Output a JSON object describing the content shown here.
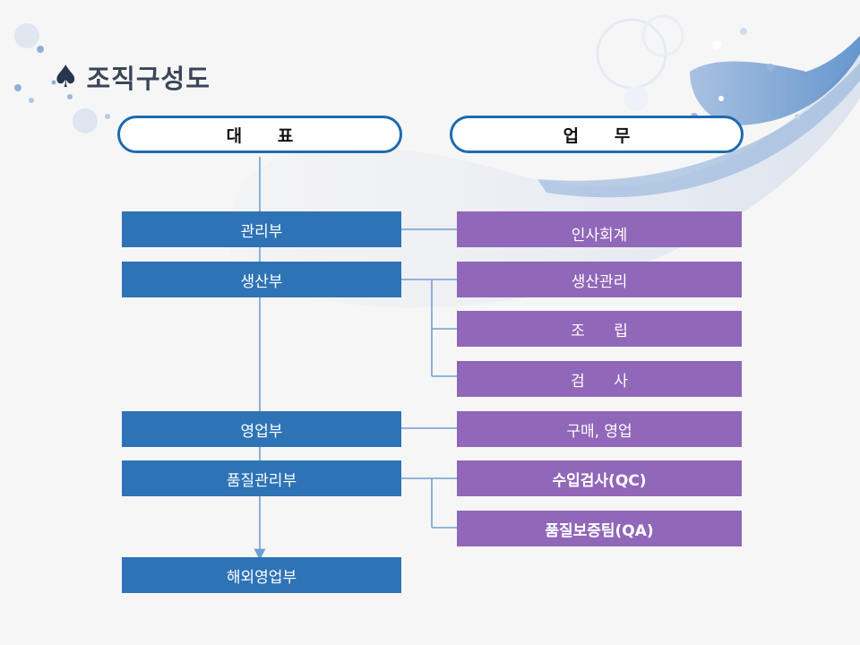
{
  "title": "조직구성도",
  "headers": {
    "left": "대      표",
    "right": "업      무"
  },
  "departments": [
    {
      "label": "관리부"
    },
    {
      "label": "생산부"
    },
    {
      "label": "영업부"
    },
    {
      "label": "품질관리부"
    },
    {
      "label": "해외영업부"
    }
  ],
  "tasks": [
    {
      "label": "인사회계"
    },
    {
      "label": "생산관리"
    },
    {
      "label": "조      립"
    },
    {
      "label": "검      사"
    },
    {
      "label": "구매, 영업"
    },
    {
      "label": "수입검사(QC)"
    },
    {
      "label": "품질보증팀(QA)"
    }
  ],
  "colors": {
    "department_box": "#2e73b6",
    "task_box": "#9167b9",
    "header_border": "#1e6bb0",
    "connector": "#6fa0d0"
  },
  "icons": {
    "title_marker": "spade-icon"
  }
}
